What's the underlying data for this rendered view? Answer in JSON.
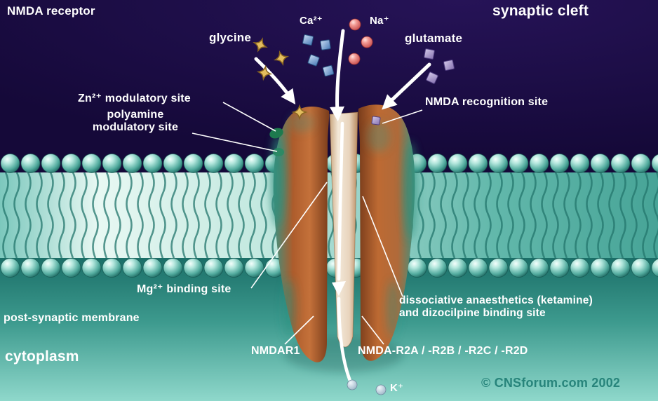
{
  "diagram_title": "NMDA receptor",
  "labels": {
    "nmda_receptor": "NMDA receptor",
    "synaptic_cleft": "synaptic cleft",
    "glycine": "glycine",
    "calcium": "Ca²⁺",
    "sodium": "Na⁺",
    "glutamate": "glutamate",
    "nmda_recognition_site": "NMDA recognition site",
    "zn_modulatory_site": "Zn²⁺ modulatory site",
    "polyamine_line1": "polyamine",
    "polyamine_line2": "modulatory site",
    "mg_binding_site": "Mg²⁺ binding site",
    "post_synaptic_membrane": "post-synaptic membrane",
    "cytoplasm": "cytoplasm",
    "nmdar1": "NMDAR1",
    "nmda_r2": "NMDA-R2A / -R2B / -R2C / -R2D",
    "dissociative_line1": "dissociative anaesthetics (ketamine)",
    "dissociative_line2": "and dizocilpine binding site",
    "potassium": "K⁺",
    "copyright": "© CNSforum.com 2002"
  },
  "colors": {
    "synaptic_cleft_bg": "#1a0b47",
    "cytoplasm_bg": "#3d9a8e",
    "membrane_sphere": "#52ab9e",
    "receptor_body": "#b5622f",
    "receptor_teal_shading": "#3f9180",
    "channel": "#f0e4d2",
    "glycine_ligand": "#e3bd5e",
    "calcium_ligand": "#4a7ab8",
    "sodium_ligand": "#e06a6a",
    "glutamate_ligand": "#8672b0",
    "potassium_ligand": "#9ab3c6",
    "zn_site_blob": "#1d7a4e",
    "arrow": "#ffffff",
    "label_text": "#ffffff",
    "copyright_text": "#1f7d74"
  },
  "ligands": [
    {
      "name": "glycine",
      "shape": "four-point-star",
      "count": 4
    },
    {
      "name": "calcium",
      "shape": "square",
      "count": 4
    },
    {
      "name": "sodium",
      "shape": "sphere",
      "count": 3
    },
    {
      "name": "glutamate",
      "shape": "square",
      "count": 4
    },
    {
      "name": "potassium",
      "shape": "sphere",
      "count": 2
    }
  ]
}
